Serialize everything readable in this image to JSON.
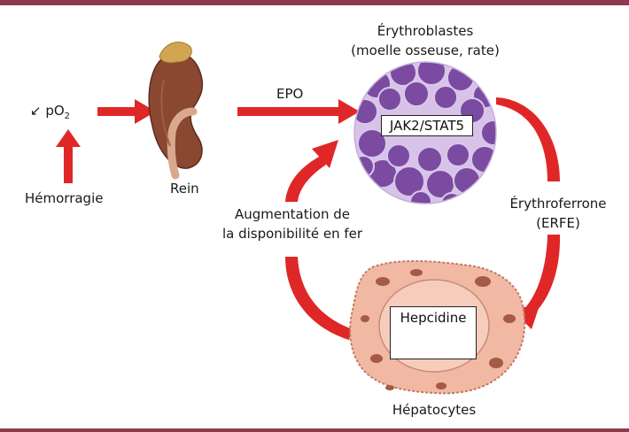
{
  "colors": {
    "frame": "#8e3a4b",
    "arrow": "#e02727",
    "erythroblast_fill": "#7a4ba0",
    "erythroblast_bg": "#d8c3e8",
    "hepatocyte": "#f1b9a4",
    "hepatocyte_dark": "#a45a45",
    "kidney": "#8a4732",
    "adrenal": "#d2a552"
  },
  "icons": {
    "decrease": "arrow-down-left-icon",
    "kidney": "kidney-illustration",
    "erythroblasts": "erythroblast-cells-illustration",
    "hepatocyte": "hepatocyte-illustration",
    "gene": "gene-blocked-icon"
  },
  "labels": {
    "po2_prefix": "↙ pO",
    "po2_sub": "2",
    "hemorrhage": "Hémorragie",
    "kidney": "Rein",
    "epo": "EPO",
    "erythroblasts_title": "Érythroblastes",
    "erythroblasts_sub": "(moelle osseuse, rate)",
    "jak": "JAK2/STAT5",
    "erfe_1": "Érythroferrone",
    "erfe_2": "(ERFE)",
    "iron_1": "Augmentation de",
    "iron_2": "la disponibilité en fer",
    "hepcidin": "Hepcidine",
    "hepatocytes": "Hépatocytes"
  }
}
